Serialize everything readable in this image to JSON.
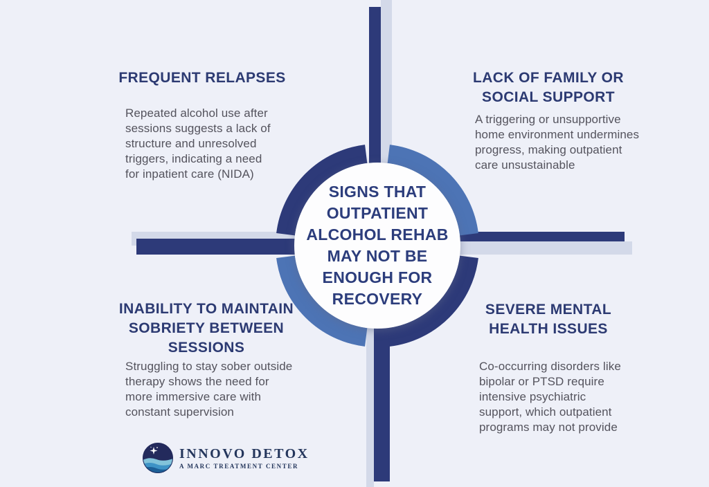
{
  "center": {
    "title": "SIGNS THAT\nOUTPATIENT\nALCOHOL REHAB\nMAY NOT BE\nENOUGH FOR\nRECOVERY"
  },
  "quadrants": {
    "top_left": {
      "heading": "FREQUENT RELAPSES",
      "body": "Repeated alcohol use after\nsessions suggests a lack of\nstructure and unresolved\ntriggers, indicating a need\nfor inpatient care (NIDA)"
    },
    "top_right": {
      "heading": "LACK OF FAMILY OR\nSOCIAL SUPPORT",
      "body": "A triggering or unsupportive\nhome environment undermines\nprogress, making outpatient\ncare unsustainable"
    },
    "bottom_left": {
      "heading": "INABILITY TO MAINTAIN\nSOBRIETY BETWEEN\nSESSIONS",
      "body": "Struggling to stay sober outside\ntherapy shows the need for\nmore immersive care with\nconstant supervision"
    },
    "bottom_right": {
      "heading": "SEVERE MENTAL\nHEALTH ISSUES",
      "body": "Co-occurring disorders like\nbipolar or PTSD require\nintensive psychiatric\nsupport, which outpatient\nprograms may not provide"
    }
  },
  "logo": {
    "name": "INNOVO DETOX",
    "tagline": "A MARC TREATMENT CENTER"
  },
  "colors": {
    "background": "#eef0f8",
    "dark_navy": "#2d3a79",
    "medium_blue": "#4d74b5",
    "light_bar": "#d3d9e9",
    "heading_text": "#2c3a72",
    "body_text": "#54535d",
    "circle_fill": "#fdfdfe",
    "logo_navy": "#24365c",
    "logo_wave_light": "#82c3da",
    "logo_wave_mid": "#3e93c6",
    "logo_wave_dark": "#1c5f97"
  }
}
